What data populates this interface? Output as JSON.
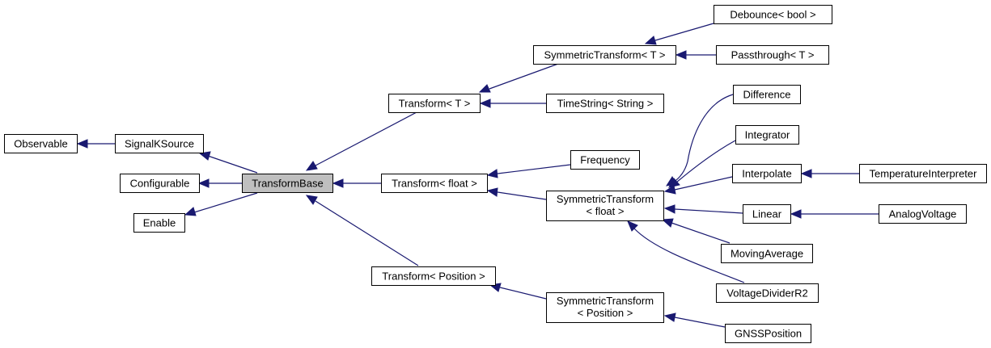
{
  "colors": {
    "edge": "#191970",
    "highlight": "#bfbfbf",
    "node": "#ffffff"
  },
  "nodes": {
    "observable": [
      "Observable"
    ],
    "signalk_source": [
      "SignalKSource"
    ],
    "configurable": [
      "Configurable"
    ],
    "enable": [
      "Enable"
    ],
    "transform_base": [
      "TransformBase"
    ],
    "transform_t": [
      "Transform< T >"
    ],
    "transform_float": [
      "Transform< float >"
    ],
    "transform_position": [
      "Transform< Position >"
    ],
    "symmetric_t": [
      "SymmetricTransform< T >"
    ],
    "timestring": [
      "TimeString< String >"
    ],
    "frequency": [
      "Frequency"
    ],
    "symmetric_float": [
      "SymmetricTransform",
      "< float >"
    ],
    "symmetric_position": [
      "SymmetricTransform",
      "< Position >"
    ],
    "debounce": [
      "Debounce< bool >"
    ],
    "passthrough": [
      "Passthrough< T >"
    ],
    "difference": [
      "Difference"
    ],
    "integrator": [
      "Integrator"
    ],
    "interpolate": [
      "Interpolate"
    ],
    "linear": [
      "Linear"
    ],
    "moving_average": [
      "MovingAverage"
    ],
    "voltage_divider": [
      "VoltageDividerR2"
    ],
    "gnss_position": [
      "GNSSPosition"
    ],
    "temperature_interpreter": [
      "TemperatureInterpreter"
    ],
    "analog_voltage": [
      "AnalogVoltage"
    ]
  },
  "edges": [
    {
      "from": "signalk_source",
      "to": "observable"
    },
    {
      "from": "transform_base",
      "to": "signalk_source"
    },
    {
      "from": "transform_base",
      "to": "configurable"
    },
    {
      "from": "transform_base",
      "to": "enable"
    },
    {
      "from": "transform_t",
      "to": "transform_base"
    },
    {
      "from": "transform_float",
      "to": "transform_base"
    },
    {
      "from": "transform_position",
      "to": "transform_base"
    },
    {
      "from": "symmetric_t",
      "to": "transform_t"
    },
    {
      "from": "timestring",
      "to": "transform_t"
    },
    {
      "from": "frequency",
      "to": "transform_float"
    },
    {
      "from": "symmetric_float",
      "to": "transform_float"
    },
    {
      "from": "symmetric_position",
      "to": "transform_position"
    },
    {
      "from": "debounce",
      "to": "symmetric_t"
    },
    {
      "from": "passthrough",
      "to": "symmetric_t"
    },
    {
      "from": "difference",
      "to": "symmetric_float"
    },
    {
      "from": "integrator",
      "to": "symmetric_float"
    },
    {
      "from": "interpolate",
      "to": "symmetric_float"
    },
    {
      "from": "linear",
      "to": "symmetric_float"
    },
    {
      "from": "moving_average",
      "to": "symmetric_float"
    },
    {
      "from": "voltage_divider",
      "to": "symmetric_float"
    },
    {
      "from": "gnss_position",
      "to": "symmetric_position"
    },
    {
      "from": "temperature_interpreter",
      "to": "interpolate"
    },
    {
      "from": "analog_voltage",
      "to": "linear"
    }
  ]
}
